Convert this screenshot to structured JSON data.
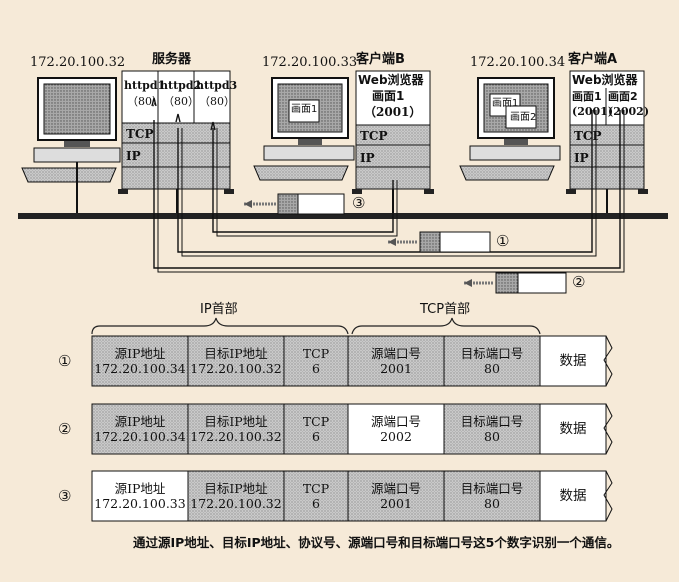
{
  "hosts": {
    "server": {
      "ip": "172.20.100.32",
      "title": "服务器",
      "processes": [
        {
          "name": "httpd1",
          "port": "（80）"
        },
        {
          "name": "httpd2",
          "port": "（80）"
        },
        {
          "name": "httpd3",
          "port": "（80）"
        }
      ]
    },
    "client_b": {
      "ip": "172.20.100.33",
      "title": "客户端B",
      "app": "Web浏览器",
      "screens": [
        {
          "label": "画面1",
          "port": "（2001）"
        }
      ]
    },
    "client_a": {
      "ip": "172.20.100.34",
      "title": "客户端A",
      "app": "Web浏览器",
      "screens": [
        {
          "label": "画面1",
          "port": "(2001)"
        },
        {
          "label": "画面2",
          "port": "(2002)"
        }
      ]
    }
  },
  "monitor_labels": {
    "b": [
      "画面1"
    ],
    "a": [
      "画面1",
      "画面2"
    ]
  },
  "stack": {
    "tcp": "TCP",
    "ip": "IP"
  },
  "packet_markers": [
    "①",
    "②",
    "③"
  ],
  "table": {
    "ip_header_label": "IP首部",
    "tcp_header_label": "TCP首部",
    "rows": [
      {
        "num": "①",
        "src_ip": [
          "源IP地址",
          "172.20.100.34"
        ],
        "dst_ip": [
          "目标IP地址",
          "172.20.100.32"
        ],
        "proto": [
          "TCP",
          "6"
        ],
        "src_port": [
          "源端口号",
          "2001"
        ],
        "dst_port": [
          "目标端口号",
          "80"
        ],
        "data": "数据"
      },
      {
        "num": "②",
        "src_ip": [
          "源IP地址",
          "172.20.100.34"
        ],
        "dst_ip": [
          "目标IP地址",
          "172.20.100.32"
        ],
        "proto": [
          "TCP",
          "6"
        ],
        "src_port": [
          "源端口号",
          "2002"
        ],
        "dst_port": [
          "目标端口号",
          "80"
        ],
        "data": "数据"
      },
      {
        "num": "③",
        "src_ip": [
          "源IP地址",
          "172.20.100.33"
        ],
        "dst_ip": [
          "目标IP地址",
          "172.20.100.32"
        ],
        "proto": [
          "TCP",
          "6"
        ],
        "src_port": [
          "源端口号",
          "2001"
        ],
        "dst_port": [
          "目标端口号",
          "80"
        ],
        "data": "数据"
      }
    ]
  },
  "caption": "通过源IP地址、目标IP地址、协议号、源端口号和目标端口号这5个数字识别一个通信。"
}
